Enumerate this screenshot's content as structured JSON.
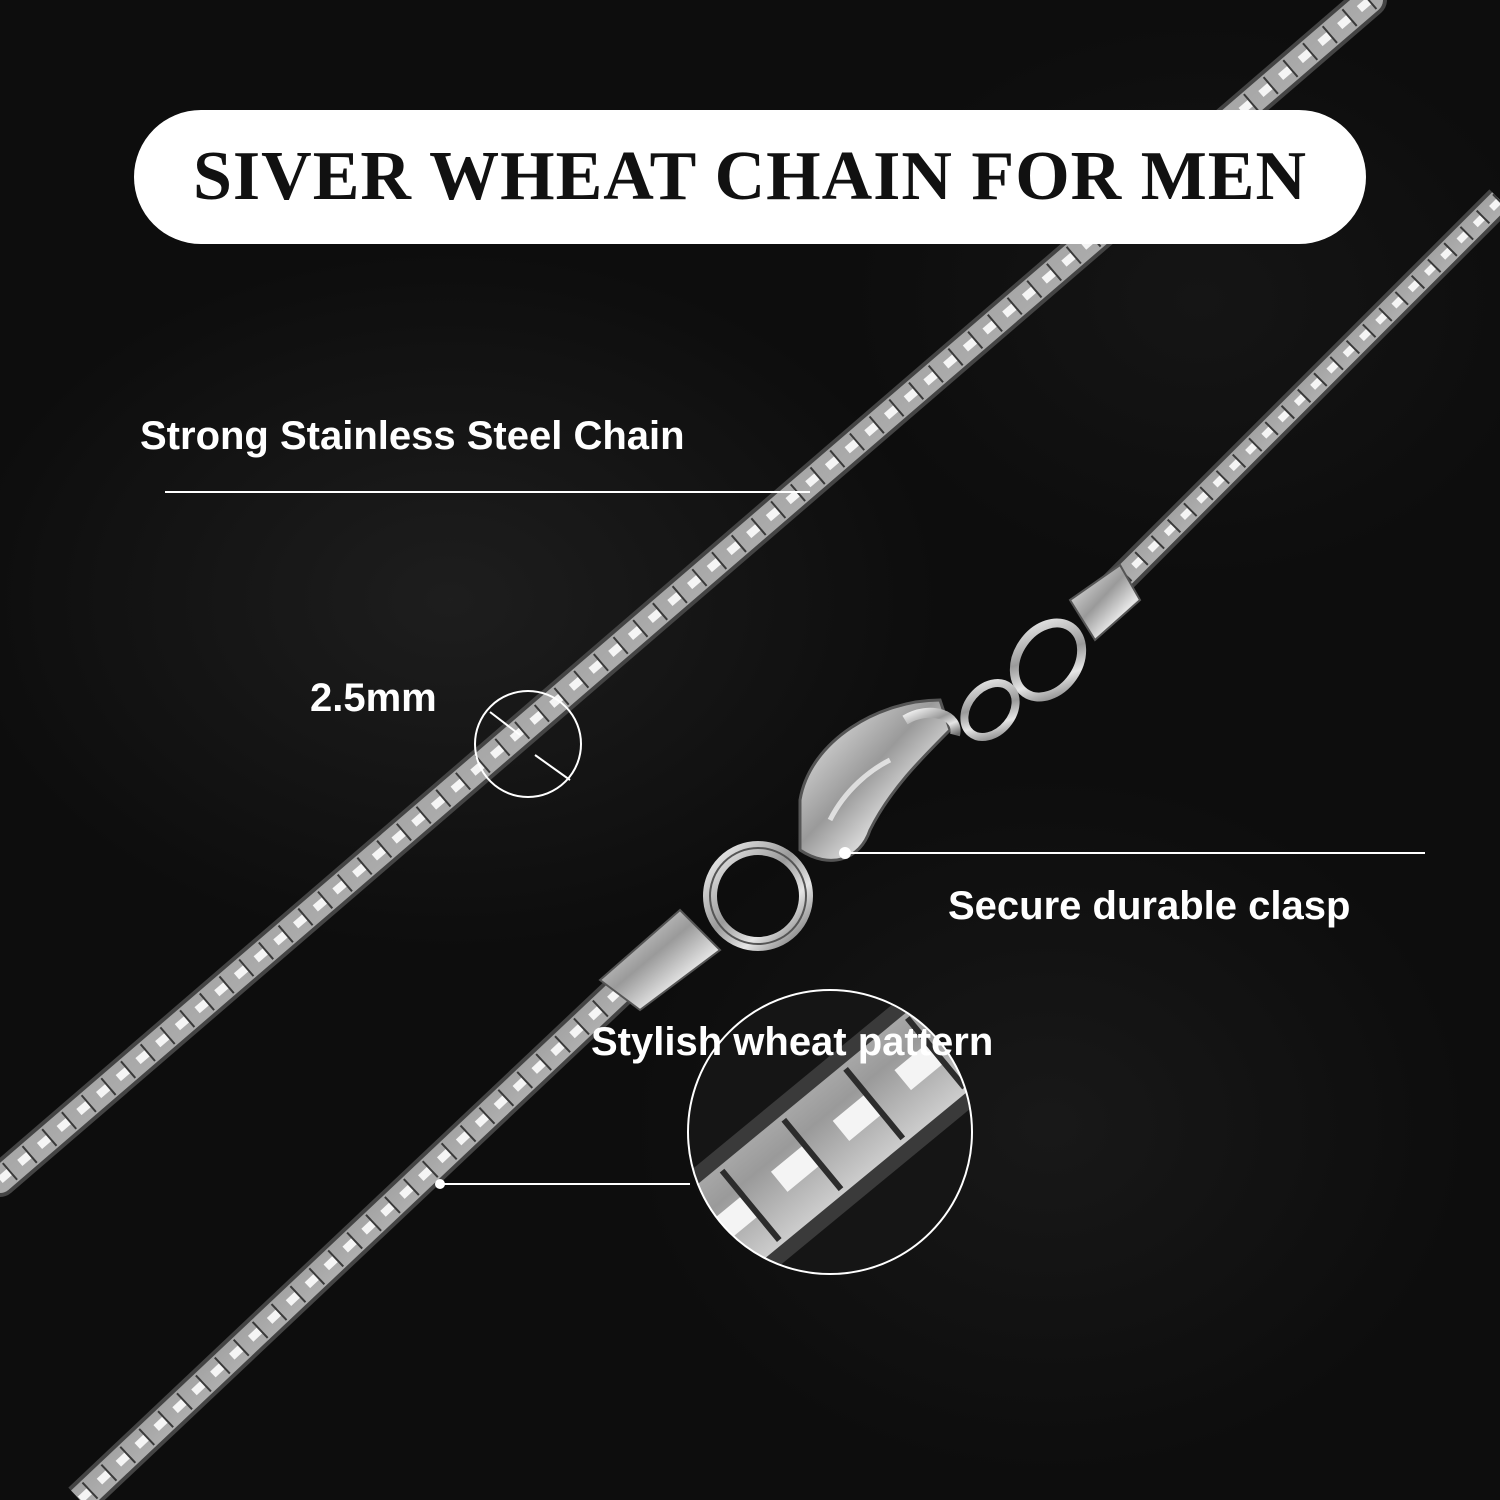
{
  "title": "SIVER WHEAT CHAIN FOR MEN",
  "callouts": {
    "steel": "Strong Stainless Steel Chain",
    "diameter": "2.5mm",
    "clasp": "Secure durable clasp",
    "pattern": "Stylish wheat pattern"
  },
  "colors": {
    "background": "#0d0d0d",
    "chain_silver": "#c9c9c9",
    "pill": "#ffffff",
    "title_text": "#111111",
    "label_text": "#ffffff"
  }
}
